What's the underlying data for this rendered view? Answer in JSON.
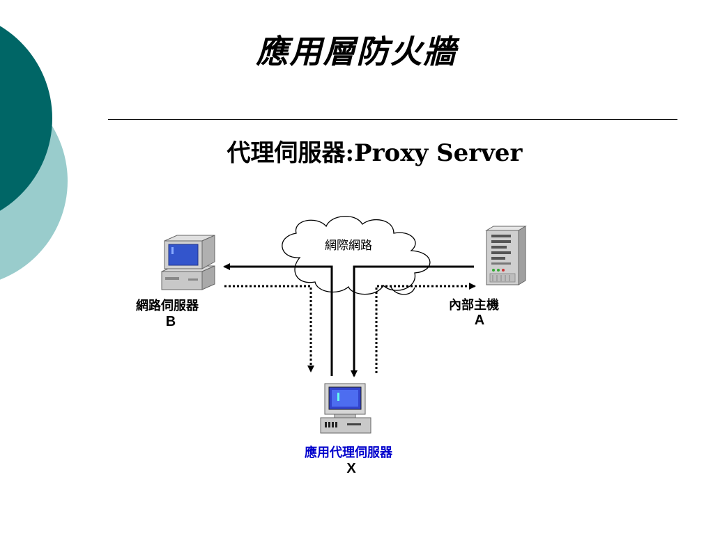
{
  "slide": {
    "title": "應用層防火牆",
    "subtitle": "代理伺服器:Proxy Server"
  },
  "diagram": {
    "cloud": {
      "label": "網際網路"
    },
    "web_server": {
      "label": "網路伺服器",
      "letter": "B",
      "icon": "desktop-computer-icon"
    },
    "internal_host": {
      "label": "內部主機",
      "letter": "A",
      "icon": "server-tower-icon"
    },
    "proxy_server": {
      "label": "應用代理伺服器",
      "letter": "X",
      "icon": "desktop-computer-icon"
    }
  },
  "colors": {
    "decor_dark_teal": "#006666",
    "decor_light_teal": "#99cccc",
    "proxy_label": "#0000cc",
    "line": "#000000"
  }
}
